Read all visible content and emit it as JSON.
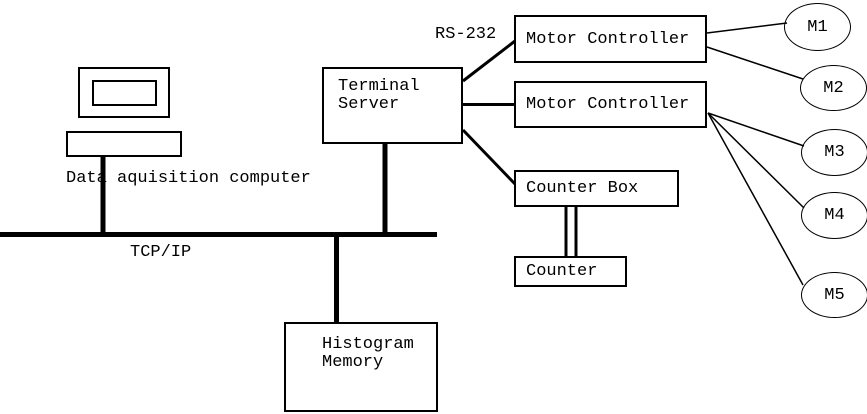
{
  "diagram": {
    "labels": {
      "serial": "RS-232",
      "bus": "TCP/IP",
      "computer": "Data aquisition computer"
    },
    "nodes": {
      "terminal_server_line1": "Terminal",
      "terminal_server_line2": "Server",
      "motor_controller_1": "Motor Controller",
      "motor_controller_2": "Motor Controller",
      "counter_box": "Counter Box",
      "counter": "Counter",
      "histogram_line1": "Histogram",
      "histogram_line2": "Memory"
    },
    "motors": [
      "M1",
      "M2",
      "M3",
      "M4",
      "M5"
    ],
    "colors": {
      "ink": "#000000",
      "background": "#ffffff"
    }
  }
}
